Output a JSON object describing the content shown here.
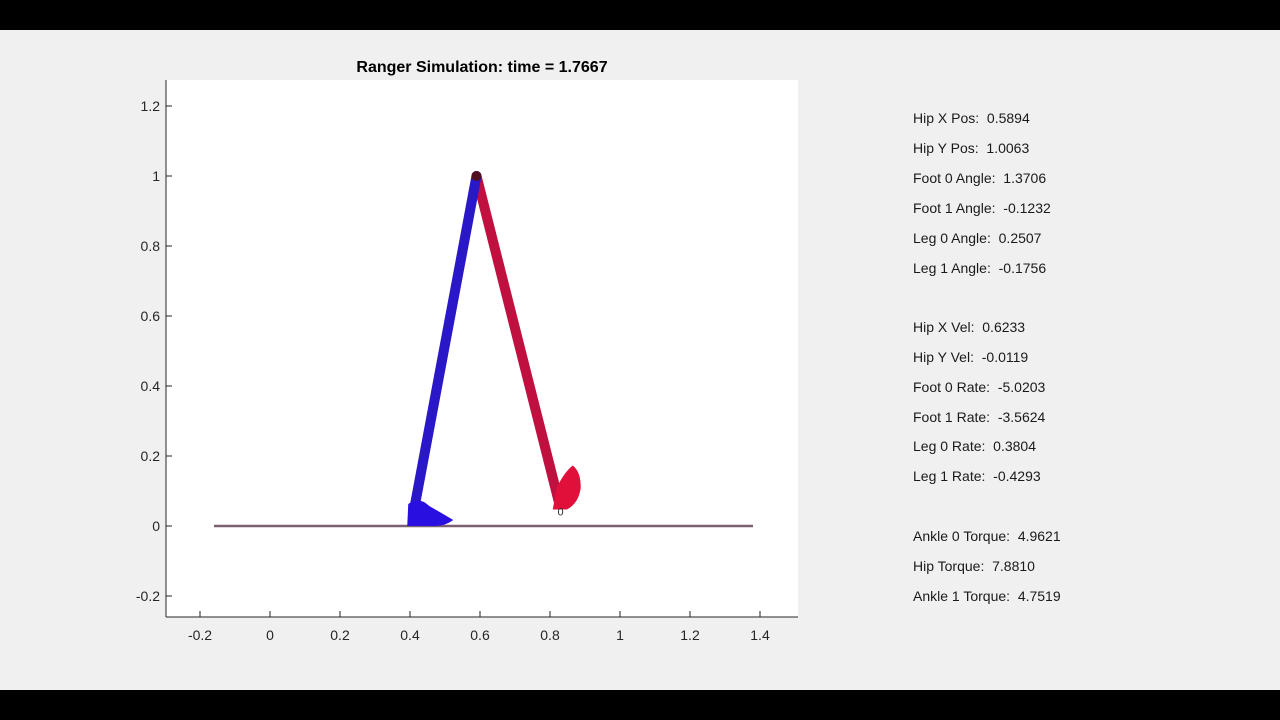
{
  "colors": {
    "background": "#f0f0f0",
    "axes_background": "#ffffff",
    "axis_line": "#262626",
    "leg0": "#2a18c8",
    "leg1": "#c01040",
    "foot0": "#2a10e0",
    "foot1": "#e0103a",
    "ground": "#7a6070",
    "hip": "#501020"
  },
  "chart_data": {
    "type": "line",
    "title": "Ranger Simulation:  time = 1.7667",
    "xlabel": "",
    "ylabel": "",
    "xlim": [
      -0.3,
      1.5
    ],
    "ylim": [
      -0.26,
      1.28
    ],
    "x_ticks": [
      "-0.2",
      "0",
      "0.2",
      "0.4",
      "0.6",
      "0.8",
      "1",
      "1.2",
      "1.4"
    ],
    "x_tick_values": [
      -0.2,
      0,
      0.2,
      0.4,
      0.6,
      0.8,
      1,
      1.2,
      1.4
    ],
    "y_ticks": [
      "-0.2",
      "0",
      "0.2",
      "0.4",
      "0.6",
      "0.8",
      "1",
      "1.2"
    ],
    "y_tick_values": [
      -0.2,
      0,
      0.2,
      0.4,
      0.6,
      0.8,
      1,
      1.2
    ],
    "grid": false,
    "ground": {
      "x": [
        -0.16,
        1.38
      ],
      "y": [
        0,
        0
      ]
    },
    "hip": {
      "x": 0.59,
      "y": 1.0
    },
    "leg0": {
      "x": [
        0.59,
        0.415
      ],
      "y": [
        1.0,
        0.065
      ]
    },
    "leg1": {
      "x": [
        0.59,
        0.825
      ],
      "y": [
        1.0,
        0.07
      ]
    },
    "foot0_label": "0",
    "foot0_label_pos": {
      "x": 0.83,
      "y": 0.03
    }
  },
  "readouts": [
    {
      "label": "Hip X Pos:",
      "value": "0.5894"
    },
    {
      "label": "Hip Y Pos:",
      "value": "1.0063"
    },
    {
      "label": "Foot 0 Angle:",
      "value": "1.3706"
    },
    {
      "label": "Foot 1 Angle:",
      "value": "-0.1232"
    },
    {
      "label": "Leg 0 Angle:",
      "value": "0.2507"
    },
    {
      "label": "Leg 1 Angle:",
      "value": "-0.1756"
    },
    {
      "label": "Hip X Vel:",
      "value": "0.6233"
    },
    {
      "label": "Hip Y Vel:",
      "value": "-0.0119"
    },
    {
      "label": "Foot 0 Rate:",
      "value": "-5.0203"
    },
    {
      "label": "Foot 1 Rate:",
      "value": "-3.5624"
    },
    {
      "label": "Leg 0 Rate:",
      "value": "0.3804"
    },
    {
      "label": "Leg 1 Rate:",
      "value": "-0.4293"
    },
    {
      "label": "Ankle 0 Torque:",
      "value": "4.9621"
    },
    {
      "label": "Hip Torque:",
      "value": "7.8810"
    },
    {
      "label": "Ankle 1 Torque:",
      "value": "4.7519"
    }
  ]
}
